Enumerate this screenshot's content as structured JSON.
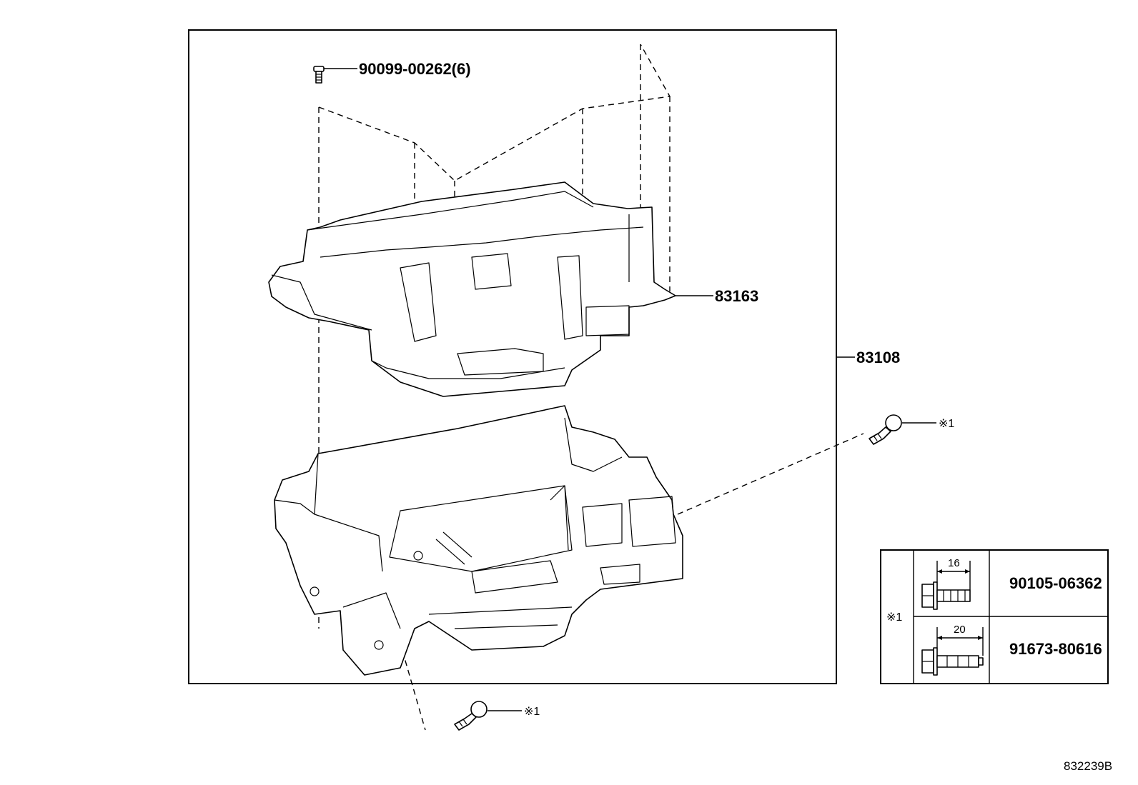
{
  "callouts": {
    "screw_part": "90099-00262(6)",
    "upper_housing": "83163",
    "assembly": "83108",
    "bolt_right": "※1",
    "bolt_bottom": "※1"
  },
  "legend": {
    "mark": "※1",
    "rows": [
      {
        "dimension": "16",
        "part_number": "90105-06362"
      },
      {
        "dimension": "20",
        "part_number": "91673-80616"
      }
    ]
  },
  "figure_number": "832239B"
}
